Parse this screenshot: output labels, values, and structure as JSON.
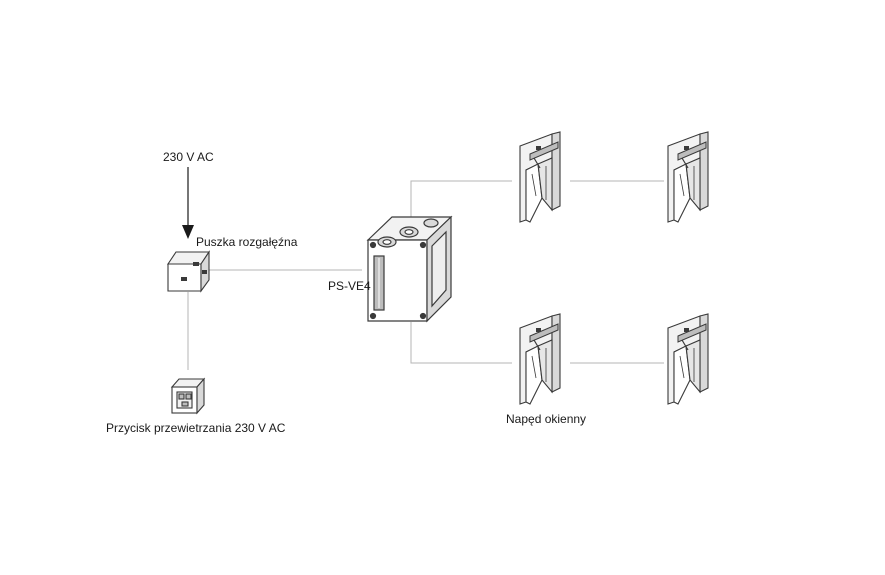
{
  "labels": {
    "power_supply": "230 V AC",
    "junction_box": "Puszka rozgałęźna",
    "controller": "PS-VE4",
    "vent_switch": "Przycisk przewietrzania 230 V AC",
    "window_drive": "Napęd okienny"
  },
  "colors": {
    "line": "#b5b5b5",
    "outline": "#3a3a3a",
    "fill_light": "#f2f2f2",
    "fill_mid": "#d9d9d9",
    "fill_dark": "#bdbdbd",
    "text": "#1a1a1a"
  },
  "icons": [
    "arrow-down-icon",
    "junction-box-icon",
    "controller-box-icon",
    "wall-switch-icon",
    "window-actuator-icon"
  ]
}
